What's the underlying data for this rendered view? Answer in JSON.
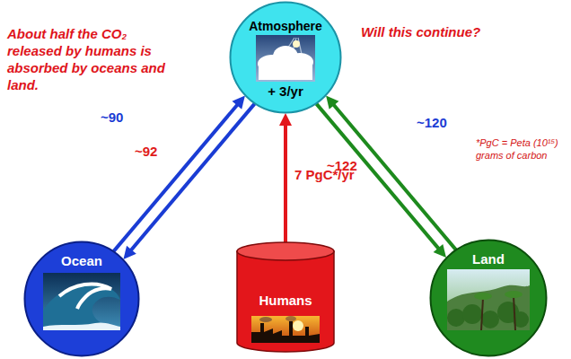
{
  "diagram": {
    "nodes": [
      {
        "text": [
          "Atmosphere",
          "+ 3/yr"
        ]
      },
      {
        "text": [
          "Ocean"
        ]
      },
      {
        "text": [
          "Humans"
        ]
      },
      {
        "text": [
          "Land"
        ]
      }
    ],
    "edges": [
      {
        "from": 1,
        "to": 0,
        "arrow": "to",
        "label": "~90"
      },
      {
        "from": 0,
        "to": 1,
        "arrow": "to",
        "label": "~92"
      },
      {
        "from": 2,
        "to": 0,
        "arrow": "to",
        "label": "7 PgC*/yr"
      },
      {
        "from": 3,
        "to": 0,
        "arrow": "to",
        "label": "~120"
      },
      {
        "from": 0,
        "to": 3,
        "arrow": "to",
        "label": "~122"
      }
    ],
    "labels": [
      "About half the CO₂ released by humans is absorbed by oceans and land.",
      "Will this continue?",
      "*PgC = Peta (10¹⁵) grams of carbon"
    ]
  }
}
